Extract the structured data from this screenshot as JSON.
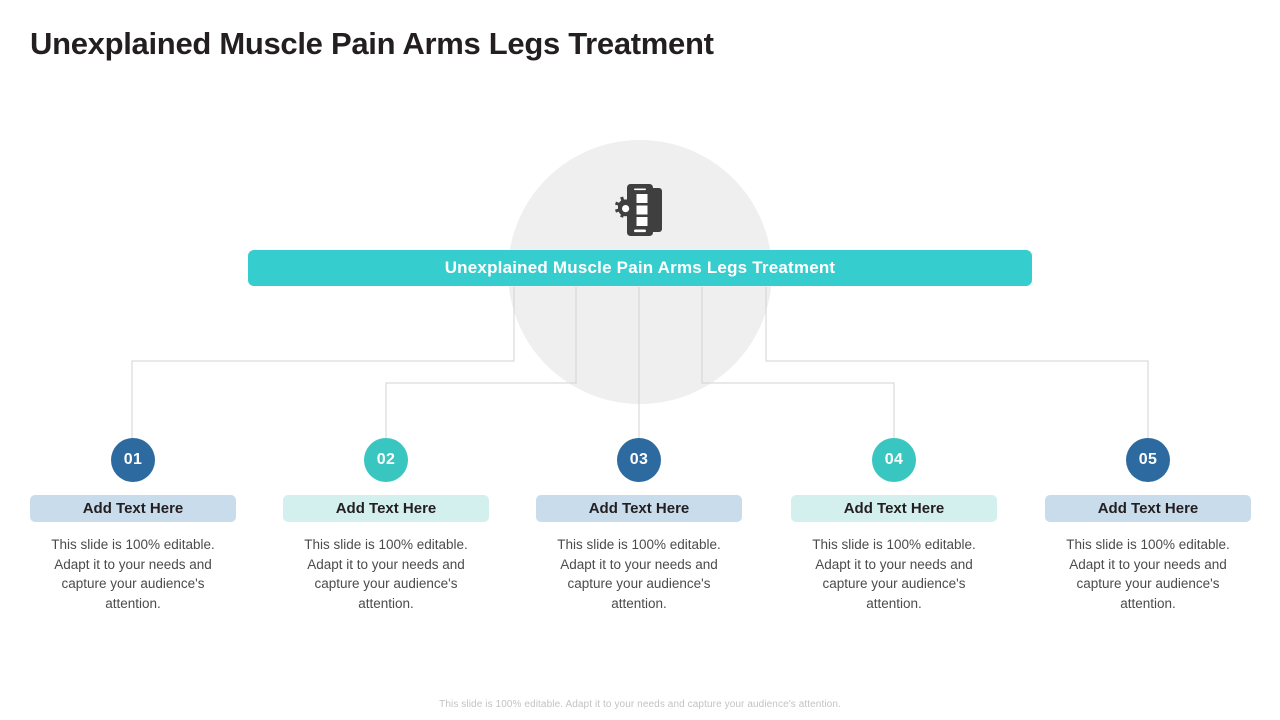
{
  "page": {
    "title": "Unexplained Muscle Pain Arms Legs Treatment",
    "footer_note": "This slide is 100% editable. Adapt it to your needs and capture your audience's attention."
  },
  "hero": {
    "icon": "mobile-device-gear-icon",
    "circle_color": "#efefef",
    "icon_color": "#3f3f3f"
  },
  "banner": {
    "label": "Unexplained Muscle Pain Arms Legs Treatment",
    "background_color": "#35cdcd",
    "text_color": "#ffffff"
  },
  "connectors": {
    "line_color": "#d3d3d3"
  },
  "items": [
    {
      "number": "01",
      "badge_color": "#2d6a9f",
      "chip_color": "#c9dcec",
      "title": "Add Text Here",
      "body": "This slide is 100% editable. Adapt it to your needs and capture your audience's attention."
    },
    {
      "number": "02",
      "badge_color": "#3ac6c0",
      "chip_color": "#d4f0ee",
      "title": "Add Text Here",
      "body": "This slide is 100% editable. Adapt it to your needs and capture your audience's attention."
    },
    {
      "number": "03",
      "badge_color": "#2d6a9f",
      "chip_color": "#c9dcec",
      "title": "Add Text Here",
      "body": "This slide is 100% editable. Adapt it to your needs and capture your audience's attention."
    },
    {
      "number": "04",
      "badge_color": "#3ac6c0",
      "chip_color": "#d4f0ee",
      "title": "Add Text Here",
      "body": "This slide is 100% editable. Adapt it to your needs and capture your audience's attention."
    },
    {
      "number": "05",
      "badge_color": "#2d6a9f",
      "chip_color": "#c9dcec",
      "title": "Add Text Here",
      "body": "This slide is 100% editable. Adapt it to your needs and capture your audience's attention."
    }
  ]
}
